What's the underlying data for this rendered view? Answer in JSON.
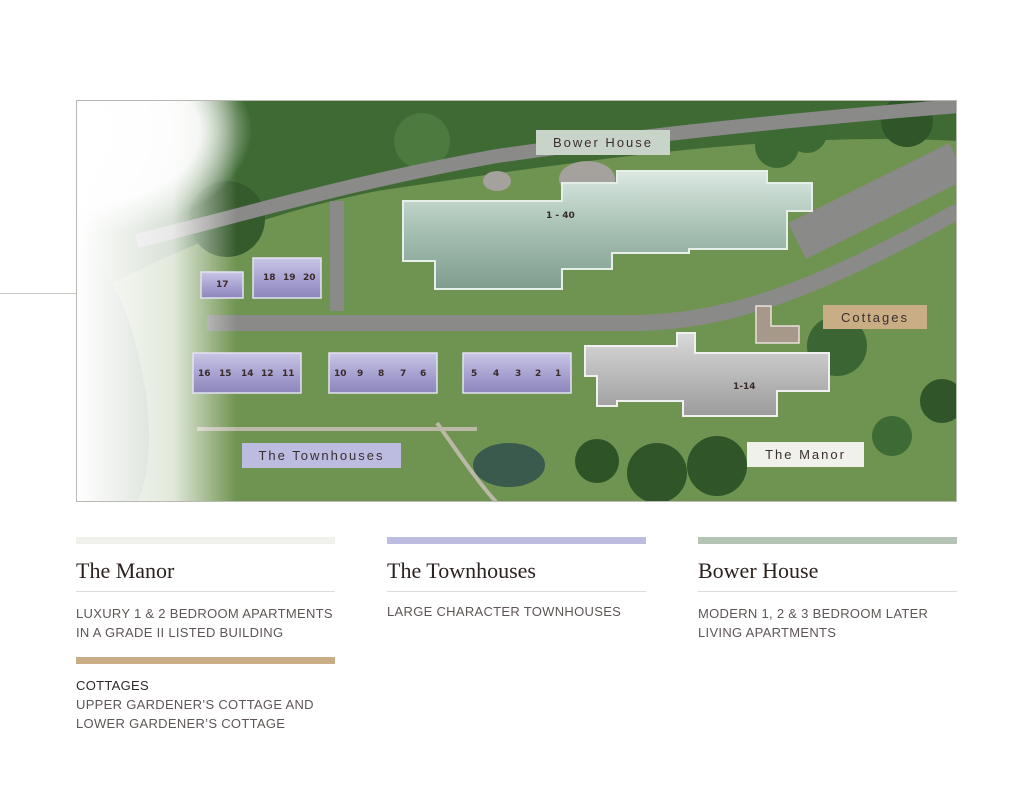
{
  "map": {
    "labels": {
      "bower_house": "Bower House",
      "cottages": "Cottages",
      "the_townhouses": "The Townhouses",
      "the_manor": "The Manor"
    },
    "units": {
      "bower_house": "1 - 40",
      "manor": "1-14",
      "detached_17": "17",
      "terrace_18_20": [
        "18",
        "19",
        "20"
      ],
      "terrace_a": [
        "16",
        "15",
        "14",
        "12",
        "11"
      ],
      "terrace_b": [
        "10",
        "9",
        "8",
        "7",
        "6"
      ],
      "terrace_c": [
        "5",
        "4",
        "3",
        "2",
        "1"
      ]
    }
  },
  "legend": {
    "manor": {
      "title": "The Manor",
      "description_lines": [
        "LUXURY 1 & 2 BEDROOM APARTMENTS",
        "IN A GRADE II LISTED BUILDING"
      ],
      "color": "#f1f1ec"
    },
    "townhouses": {
      "title": "The Townhouses",
      "description_lines": [
        "LARGE CHARACTER TOWNHOUSES"
      ],
      "color": "#bcbbe0"
    },
    "bower_house": {
      "title": "Bower House",
      "description_lines": [
        "MODERN 1, 2 & 3 BEDROOM LATER",
        "LIVING APARTMENTS"
      ],
      "color": "#b5c3b5"
    },
    "cottages": {
      "title": "COTTAGES",
      "description_lines": [
        "UPPER GARDENER’S COTTAGE AND",
        "LOWER GARDENER’S COTTAGE"
      ],
      "color": "#c9ad84"
    }
  },
  "colors": {
    "bower_label_bg": "#c9d4c9",
    "cottages_label_bg": "#c9ad84",
    "townhouses_label_bg": "#bcbbe0",
    "manor_label_bg": "#f1f1ec"
  }
}
